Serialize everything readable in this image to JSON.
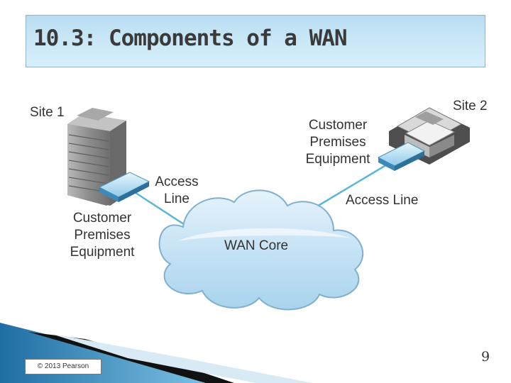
{
  "slide": {
    "title": "10.3: Components of a WAN",
    "page_number": "9",
    "copyright": "© 2013 Pearson"
  },
  "diagram": {
    "site1_label": "Site 1",
    "site2_label": "Site 2",
    "cpe1_label": "Customer\nPremises\nEquipment",
    "cpe2_label": "Customer\nPremises\nEquipment",
    "access_line1_label": "Access\nLine",
    "access_line2_label": "Access Line",
    "wan_core_label": "WAN Core"
  },
  "colors": {
    "title_bar": "#c6e6f7",
    "cloud_fill": "#c9e4f5",
    "cloud_stroke": "#7fb0cf",
    "link_line": "#5bb6d8",
    "building": "#9a9a9a",
    "accent_bar": "#2a7fb8"
  }
}
